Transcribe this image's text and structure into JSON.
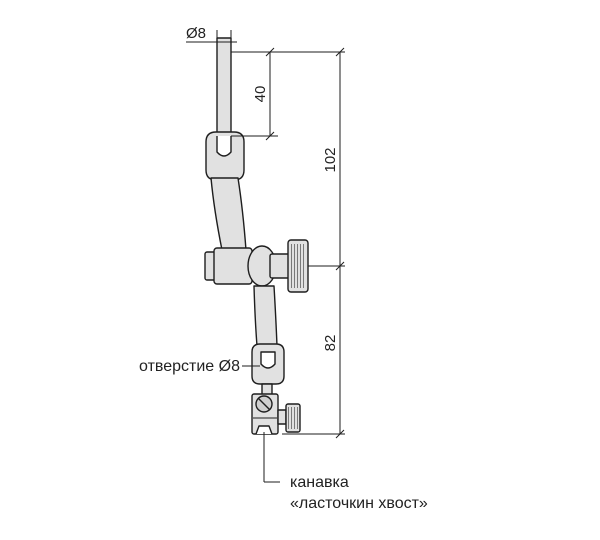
{
  "dimensions": {
    "rod_diameter": "Ø8",
    "rod_length": "40",
    "upper_length": "102",
    "lower_length": "82"
  },
  "callouts": {
    "hole": "отверстие Ø8",
    "groove_line1": "канавка",
    "groove_line2": "«ласточкин хвост»"
  },
  "colors": {
    "line": "#1e1e1e",
    "metal": "#e1e1e1",
    "metal_dark": "#cfcfcf",
    "text": "#222222",
    "background": "#ffffff"
  }
}
